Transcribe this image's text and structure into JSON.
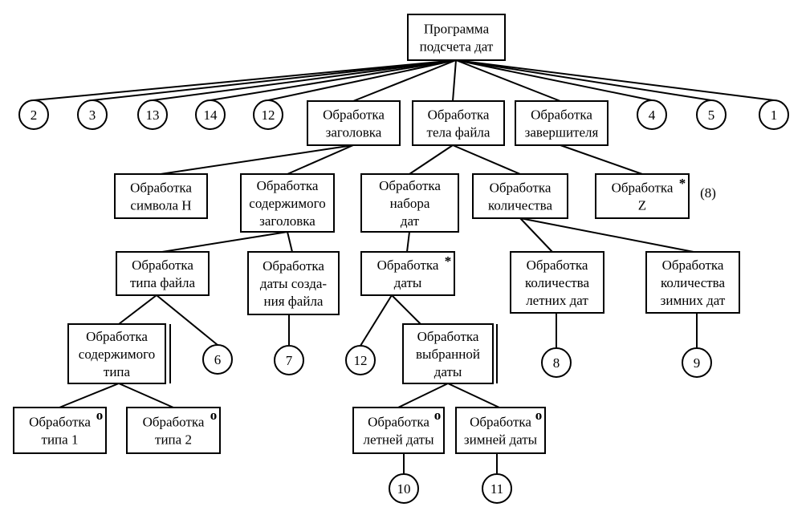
{
  "root": {
    "lines": [
      "Программа",
      "подсчета дат"
    ]
  },
  "root_circles": [
    "2",
    "3",
    "13",
    "14",
    "12",
    "4",
    "5",
    "1"
  ],
  "header": {
    "lines": [
      "Обработка",
      "заголовка"
    ]
  },
  "body": {
    "lines": [
      "Обработка",
      "тела файла"
    ]
  },
  "terminator": {
    "lines": [
      "Обработка",
      "завершителя"
    ]
  },
  "symbol_h": {
    "lines": [
      "Обработка",
      "символа Н"
    ]
  },
  "header_content": {
    "lines": [
      "Обработка",
      "содержимого",
      "заголовка"
    ]
  },
  "date_set": {
    "lines": [
      "Обработка",
      "набора",
      "дат"
    ]
  },
  "quantity": {
    "lines": [
      "Обработка",
      "количества"
    ]
  },
  "z_item": {
    "lines": [
      "Обработка",
      "Z"
    ],
    "mark": "*",
    "note": "(8)"
  },
  "file_type": {
    "lines": [
      "Обработка",
      "типа файла"
    ]
  },
  "creation_date": {
    "lines": [
      "Обработка",
      "даты созда-",
      "ния файла"
    ]
  },
  "date_item": {
    "lines": [
      "Обработка",
      "даты"
    ],
    "mark": "*"
  },
  "summer_qty": {
    "lines": [
      "Обработка",
      "количества",
      "летних дат"
    ]
  },
  "winter_qty": {
    "lines": [
      "Обработка",
      "количества",
      "зимних дат"
    ]
  },
  "type_content": {
    "lines": [
      "Обработка",
      "содержимого",
      "типа"
    ]
  },
  "circle_6": "6",
  "circle_7": "7",
  "circle_12b": "12",
  "selected_date": {
    "lines": [
      "Обработка",
      "выбранной",
      "даты"
    ]
  },
  "circle_8": "8",
  "circle_9": "9",
  "type1": {
    "lines": [
      "Обработка",
      "типа 1"
    ],
    "mark": "o"
  },
  "type2": {
    "lines": [
      "Обработка",
      "типа 2"
    ],
    "mark": "o"
  },
  "summer_date": {
    "lines": [
      "Обработка",
      "летней даты"
    ],
    "mark": "o"
  },
  "winter_date": {
    "lines": [
      "Обработка",
      "зимней даты"
    ],
    "mark": "o"
  },
  "circle_10": "10",
  "circle_11": "11"
}
